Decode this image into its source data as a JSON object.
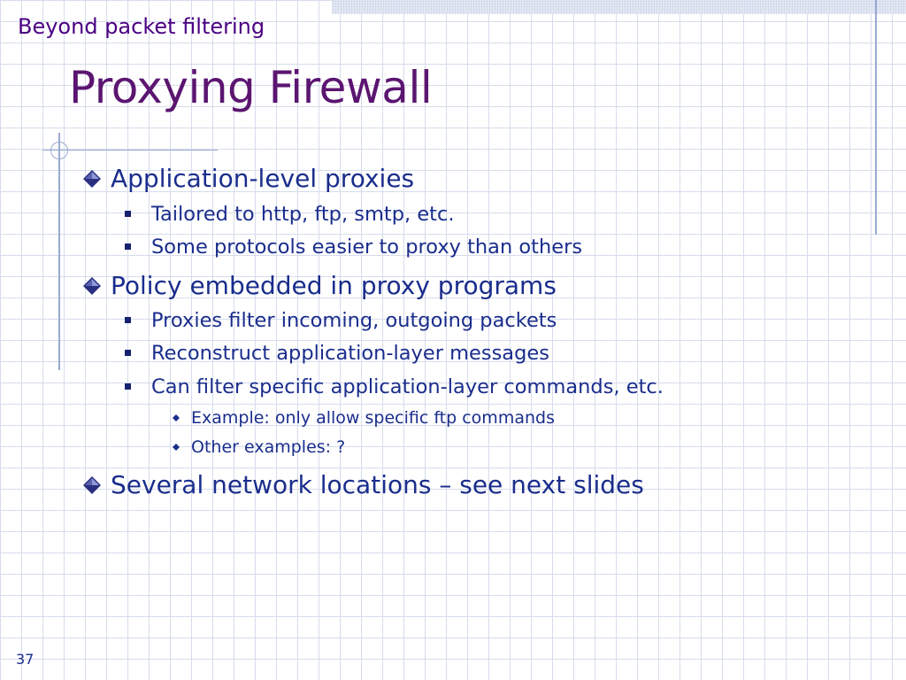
{
  "slide": {
    "section_label": "Beyond packet filtering",
    "title": "Proxying Firewall",
    "page_number": "37",
    "colors": {
      "title": "#5b1570",
      "body_text": "#1a2d8c",
      "grid": "#d6dcec",
      "accent_line": "#9aaad0"
    }
  },
  "bullets": {
    "b1": {
      "text": "Application-level proxies",
      "sub": [
        "Tailored to http, ftp, smtp, etc.",
        "Some protocols easier to proxy than others"
      ]
    },
    "b2": {
      "text": "Policy embedded in proxy programs",
      "sub": [
        "Proxies filter incoming, outgoing packets",
        "Reconstruct application-layer messages",
        "Can filter specific application-layer commands, etc."
      ],
      "subsub": [
        "Example: only allow specific ftp commands",
        "Other examples: ?"
      ]
    },
    "b3": {
      "text": "Several network locations – see next slides"
    }
  },
  "icons": {
    "level1": "diamond-bullet-icon",
    "level2": "square-bullet-icon",
    "level3": "small-diamond-bullet-icon"
  }
}
